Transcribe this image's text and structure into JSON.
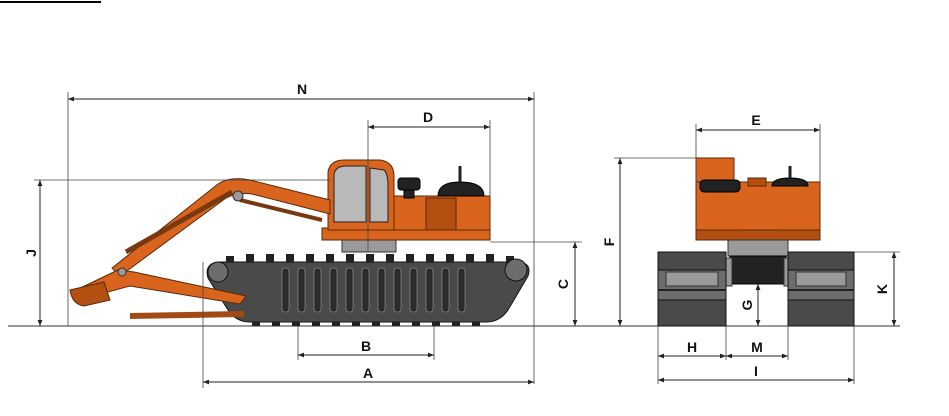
{
  "labels": {
    "A": "A",
    "B": "B",
    "C": "C",
    "D": "D",
    "E": "E",
    "F": "F",
    "G": "G",
    "H": "H",
    "I": "I",
    "J": "J",
    "K": "K",
    "M": "M",
    "N": "N"
  },
  "colors": {
    "body": "#d9641d",
    "body_dark": "#b44f12",
    "track": "#4a4a4a",
    "line": "#222222"
  }
}
